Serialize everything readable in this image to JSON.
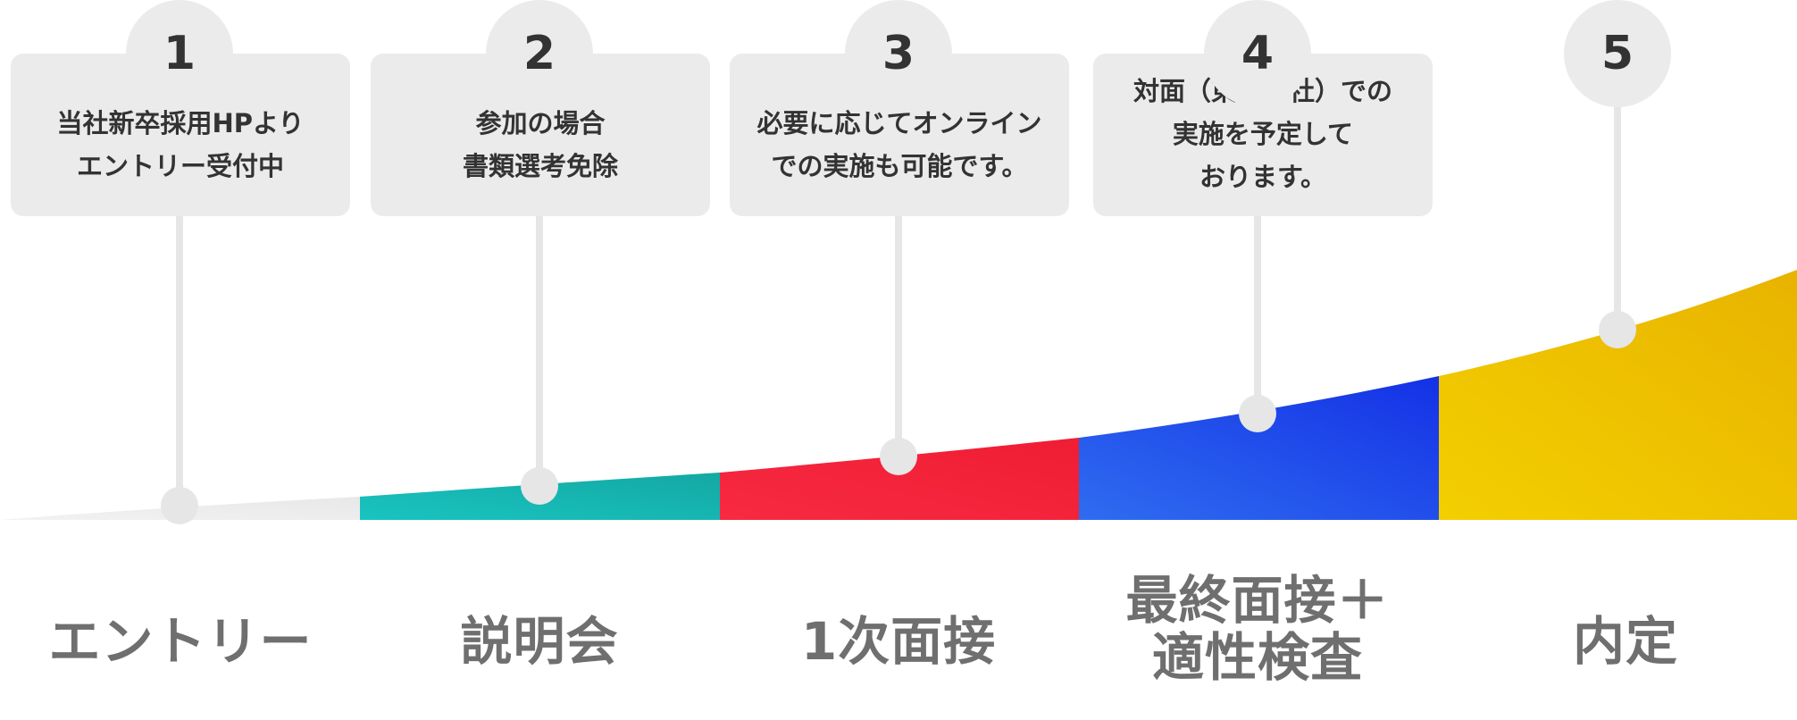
{
  "steps": [
    {
      "number": "1",
      "description": "当社新卒採用HPより\nエントリー受付中",
      "label": "エントリー",
      "color": "#ececec"
    },
    {
      "number": "2",
      "description": "参加の場合\n書類選考免除",
      "label": "説明会",
      "color": "#16bdb8"
    },
    {
      "number": "3",
      "description": "必要に応じてオンライン\nでの実施も可能です。",
      "label": "1次面接",
      "color": "#f4263b"
    },
    {
      "number": "4",
      "description": "対面（東京本社）での\n実施を予定して\nおります。",
      "label": "最終面接＋\n適性検査",
      "color": "#1f4ee8"
    },
    {
      "number": "5",
      "description": "",
      "label": "内定",
      "color": "#efc200"
    }
  ],
  "colors": {
    "card": "#ebebeb",
    "number_text": "#333333",
    "label_text": "#6f6f6f",
    "connector": "#e6e6e6"
  }
}
